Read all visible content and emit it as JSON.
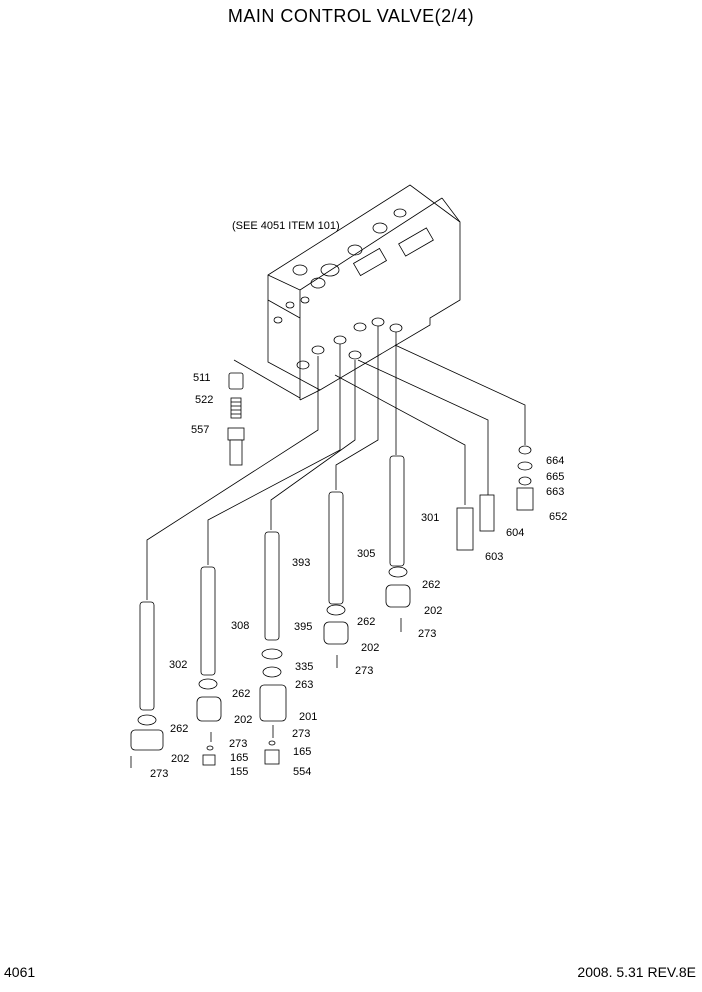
{
  "header": {
    "title": "MAIN CONTROL VALVE(2/4)"
  },
  "footer": {
    "page": "4061",
    "revision": "2008. 5.31  REV.8E"
  },
  "diagram": {
    "note": "(SEE 4051 ITEM 101)",
    "labels": [
      "511",
      "522",
      "557",
      "664",
      "665",
      "663",
      "652",
      "301",
      "604",
      "603",
      "393",
      "305",
      "262",
      "202",
      "273",
      "308",
      "395",
      "262",
      "202",
      "273",
      "302",
      "335",
      "263",
      "262",
      "202",
      "201",
      "273",
      "165",
      "554",
      "262",
      "202",
      "273",
      "165",
      "155",
      "273"
    ]
  }
}
